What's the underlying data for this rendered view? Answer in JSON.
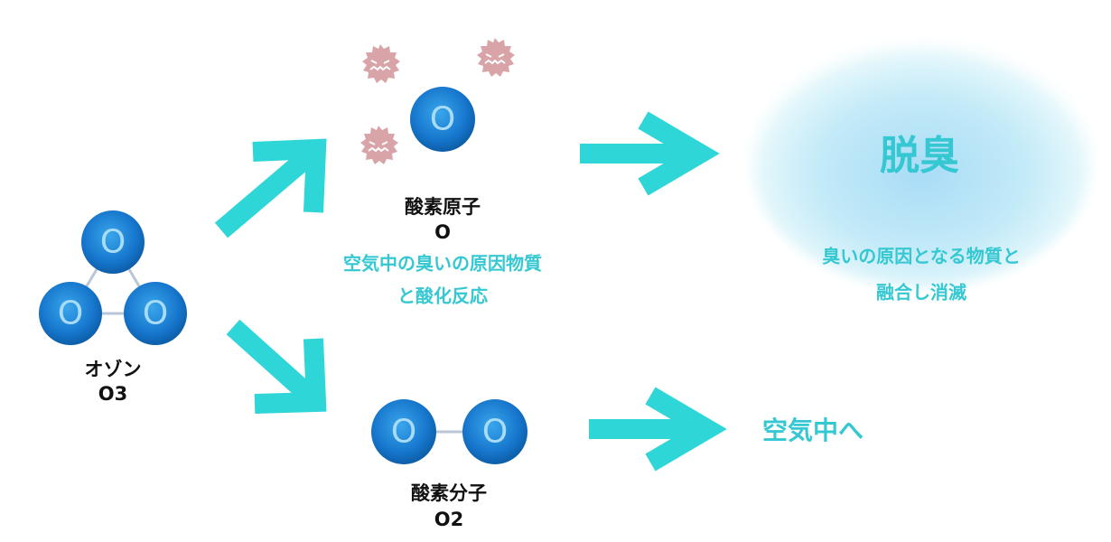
{
  "colors": {
    "arrow": "#2fd6d8",
    "text_teal": "#35c8d2",
    "atom": "#1a7fd4",
    "germ": "#d8a4a8"
  },
  "ozone": {
    "name": "オゾン",
    "formula": "O3",
    "atom_letter": "O"
  },
  "oxygen_atom": {
    "name": "酸素原子",
    "formula": "O",
    "atom_letter": "O",
    "desc_line1": "空気中の臭いの原因物質",
    "desc_line2": "と酸化反応"
  },
  "oxygen_molecule": {
    "name": "酸素分子",
    "formula": "O2",
    "atom_letter": "O"
  },
  "result": {
    "title": "脱臭",
    "desc_line1": "臭いの原因となる物質と",
    "desc_line2": "融合し消滅"
  },
  "to_air": "空気中へ"
}
